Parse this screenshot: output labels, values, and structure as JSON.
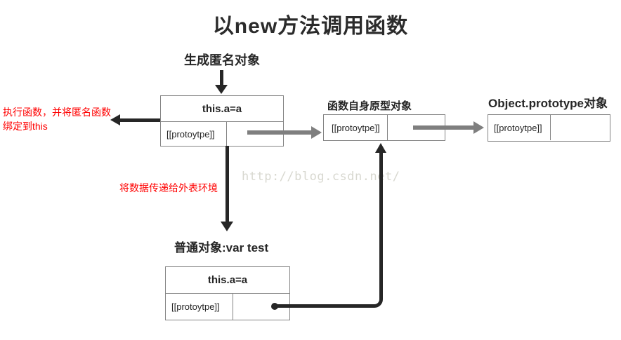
{
  "title": "以new方法调用函数",
  "watermark": "http://blog.csdn.net/",
  "annotations": {
    "exec_line1": "执行函数，并将匿名函数",
    "exec_line2": "绑定到this",
    "pass_data": "将数据传递给外表环境"
  },
  "nodes": {
    "anon": {
      "label": "生成匿名对象",
      "title": "this.a=a",
      "proto": "[[protoytpe]]"
    },
    "func_proto": {
      "label": "函数自身原型对象",
      "proto": "[[protoytpe]]"
    },
    "object_proto": {
      "label": "Object.prototype对象",
      "proto": "[[protoytpe]]"
    },
    "test": {
      "label": "普通对象:var test",
      "title": "this.a=a",
      "proto": "[[protoytpe]]"
    }
  },
  "colors": {
    "annotation_red": "#ff0000",
    "arrow_black": "#262626",
    "arrow_gray": "#7f7f7f",
    "box_border": "#848484",
    "watermark_gray": "#d8d8d0"
  }
}
